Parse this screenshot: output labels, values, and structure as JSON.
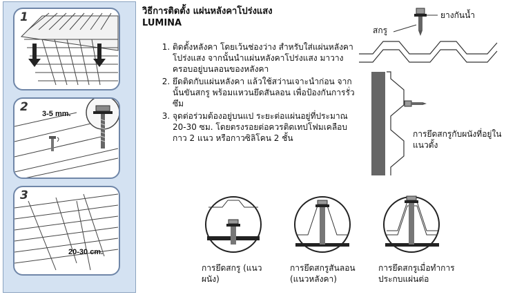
{
  "title": {
    "line1": "วิธีการติดตั้ง แผ่นหลังคาโปร่งแสง",
    "line2": "LUMINA"
  },
  "instructions": [
    "ติดตั้งหลังคา โดยเว้นช่องว่าง สำหรับใส่แผ่นหลังคาโปร่งแสง จากนั้นนำแผ่นหลังคาโปร่งแสง มาวางครอบอยู่บนลอนของหลังคา",
    "ยึดติดกับแผ่นหลังคา แล้วใช้สว่านเจาะนำก่อน จากนั้นขันสกรู พร้อมแหวนยึดสันลอน เพื่อป้องกันการรั่วซึม",
    "จุดต่อร่วมต้องอยู่บนแป ระยะต่อแผ่นอยู่ที่ประมาณ 20-30 ซม. โดยตรงรอยต่อควรติดเทปโฟมเคลือบกาว 2 แนว หรือกาวซิลิโคน 2 ชั้น"
  ],
  "steps": {
    "step1": "1",
    "step2": "2",
    "step3": "3",
    "gap_label": "3-5 mm.",
    "overlap_label": "20-30 cm."
  },
  "right_diagram": {
    "washer_label": "ยางกันน้ำ",
    "screw_label": "สกรู",
    "wall_label": "การยึดสกรูกับผนังที่อยู่ในแนวตั้ง"
  },
  "bottom_captions": {
    "wall": "การยึดสกรู (แนวผนัง)",
    "ridge": "การยึดสกรูสันลอน (แนวหลังคา)",
    "overlap": "การยึดสกรูเมื่อทำการประกบแผ่นต่อ"
  }
}
